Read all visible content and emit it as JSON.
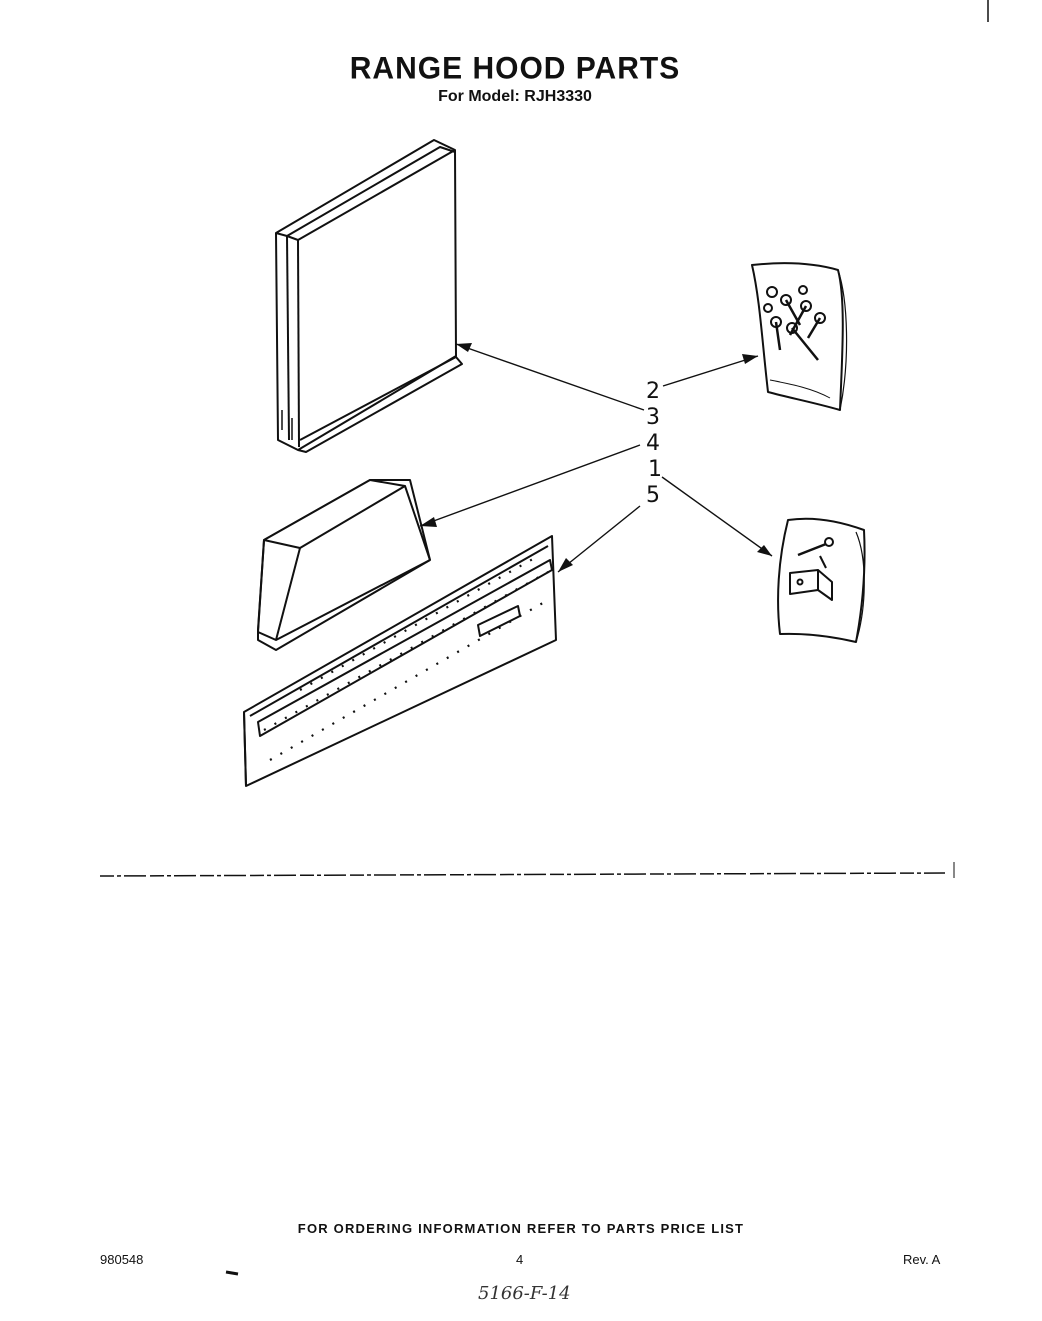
{
  "header": {
    "title": "RANGE HOOD PARTS",
    "subtitle": "For Model: RJH3330"
  },
  "callouts": [
    "2",
    "3",
    "4",
    "1",
    "5"
  ],
  "footer": {
    "ordering_note": "FOR ORDERING INFORMATION REFER TO PARTS PRICE LIST",
    "document_number": "980548",
    "page_number": "4",
    "revision": "Rev. A",
    "handwritten_note": "5166-F-14"
  }
}
